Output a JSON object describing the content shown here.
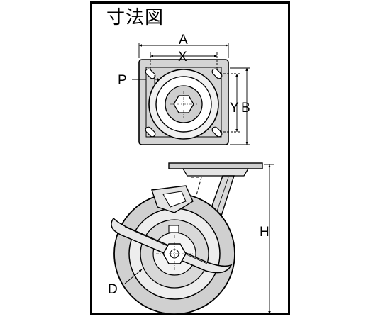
{
  "diagram": {
    "title": "寸法図",
    "labels": {
      "A": "A",
      "X": "X",
      "P": "P",
      "Y": "Y",
      "B": "B",
      "H": "H",
      "D": "D"
    }
  }
}
